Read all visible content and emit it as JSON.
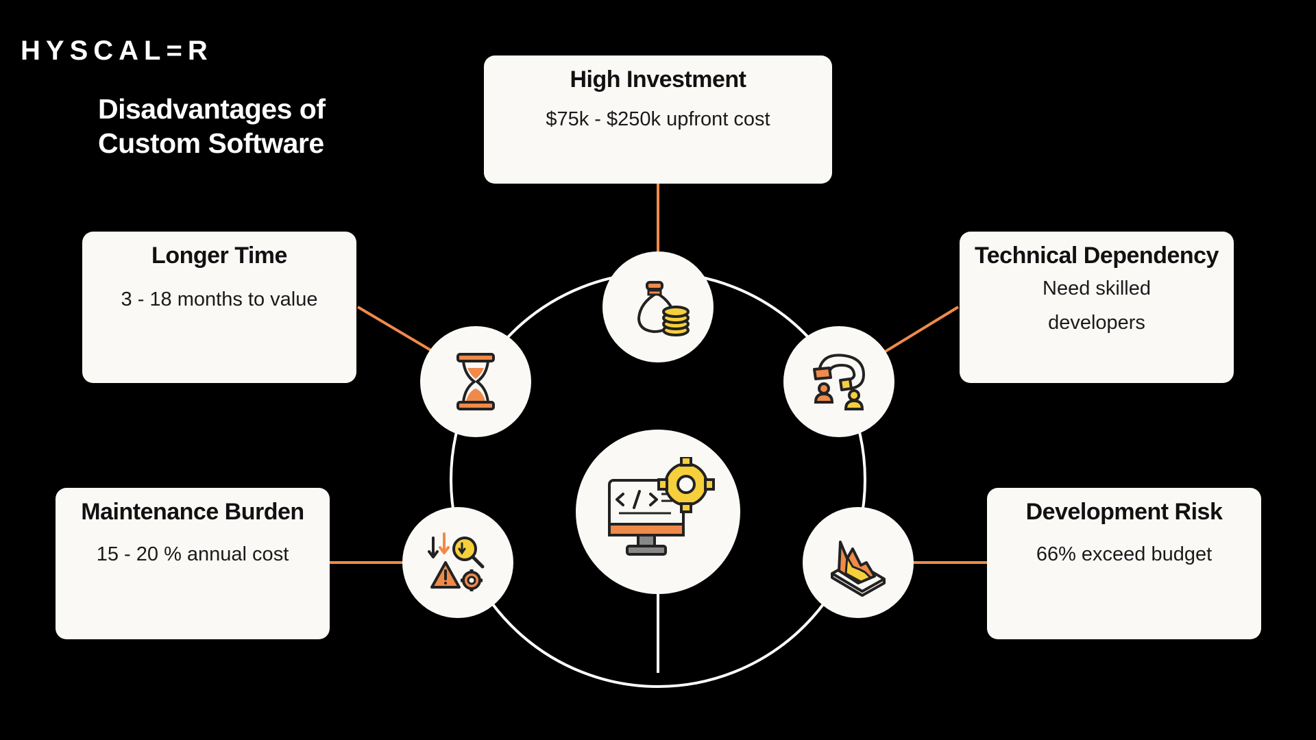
{
  "brand": {
    "name": "HYSCAL=R"
  },
  "title": {
    "line1": "Disadvantages of",
    "line2": "Custom Software"
  },
  "cards": [
    {
      "title": "High Investment",
      "text": "$75k - $250k upfront cost"
    },
    {
      "title": "Longer Time",
      "text": "3 - 18 months to value"
    },
    {
      "title": "Technical Dependency",
      "text": "Need skilled developers"
    },
    {
      "title": "Maintenance Burden",
      "text": "15 - 20 % annual cost"
    },
    {
      "title": "Development Risk",
      "text": "66% exceed budget"
    }
  ],
  "icons": {
    "center": "code-monitor-gear-icon",
    "investment": "money-bag-coins-icon",
    "time": "hourglass-icon",
    "dependency": "magnet-people-icon",
    "maintenance": "maintenance-warning-gear-icon",
    "risk": "falling-chart-icon"
  },
  "colors": {
    "accent": "#ef8a4a",
    "yellow": "#f6cf3c",
    "ring": "#ffffff",
    "card": "#fbf9f6",
    "background": "#000000"
  }
}
